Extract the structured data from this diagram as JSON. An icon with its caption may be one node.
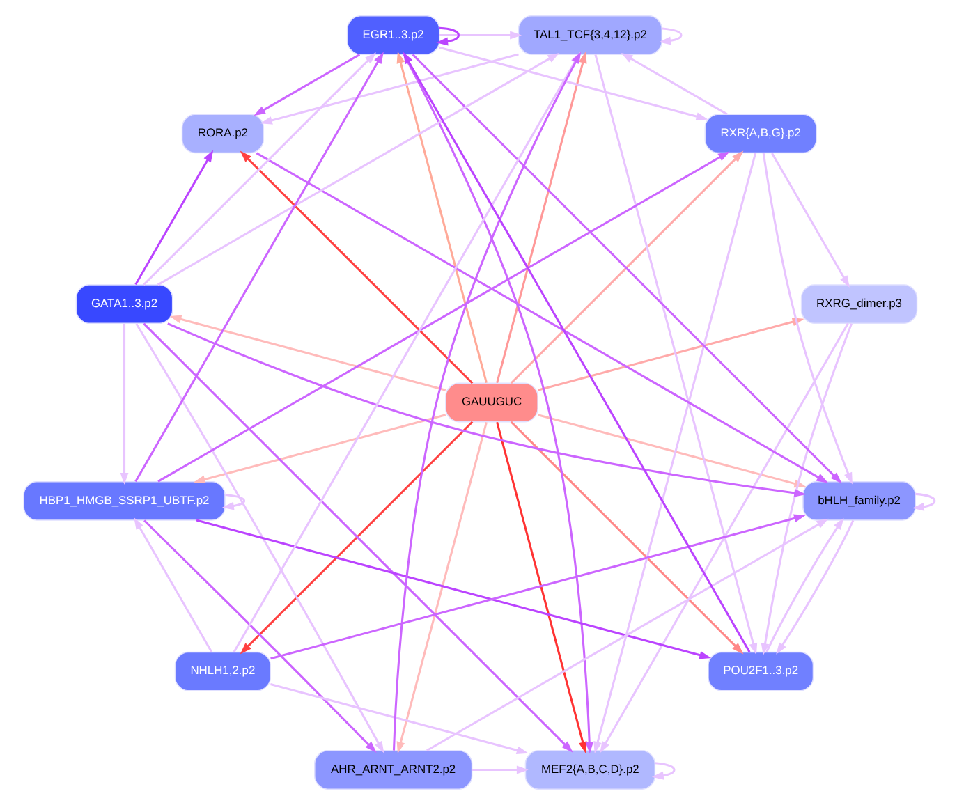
{
  "diagram": {
    "nodes": [
      {
        "text": [
          "GAUUGUC"
        ]
      },
      {
        "text": [
          "RXRG_dimer.p3"
        ]
      },
      {
        "text": [
          "RXR{A,B,G}.p2"
        ]
      },
      {
        "text": [
          "TAL1_TCF{3,4,12}.p2"
        ]
      },
      {
        "text": [
          "EGR1..3.p2"
        ]
      },
      {
        "text": [
          "RORA.p2"
        ]
      },
      {
        "text": [
          "GATA1..3.p2"
        ]
      },
      {
        "text": [
          "HBP1_HMGB_SSRP1_UBTF.p2"
        ]
      },
      {
        "text": [
          "NHLH1,2.p2"
        ]
      },
      {
        "text": [
          "AHR_ARNT_ARNT2.p2"
        ]
      },
      {
        "text": [
          "MEF2{A,B,C,D}.p2"
        ]
      },
      {
        "text": [
          "POU2F1..3.p2"
        ]
      },
      {
        "text": [
          "bHLH_family.p2"
        ]
      }
    ],
    "edges": [
      {
        "from": 0,
        "to": 5,
        "arrow": "to",
        "color": "#ff4040"
      },
      {
        "from": 0,
        "to": 3,
        "arrow": "to",
        "color": "#ff9999"
      },
      {
        "from": 0,
        "to": 1,
        "arrow": "to",
        "color": "#ffaaaa"
      },
      {
        "from": 0,
        "to": 2,
        "arrow": "to",
        "color": "#ffaaaa"
      },
      {
        "from": 0,
        "to": 4,
        "arrow": "to",
        "color": "#ffaa99"
      },
      {
        "from": 0,
        "to": 6,
        "arrow": "to",
        "color": "#ffbbbb"
      },
      {
        "from": 0,
        "to": 7,
        "arrow": "to",
        "color": "#ffbbbb"
      },
      {
        "from": 0,
        "to": 8,
        "arrow": "to",
        "color": "#ff4040"
      },
      {
        "from": 0,
        "to": 9,
        "arrow": "to",
        "color": "#ffbbbb"
      },
      {
        "from": 0,
        "to": 10,
        "arrow": "to",
        "color": "#ff3333"
      },
      {
        "from": 0,
        "to": 11,
        "arrow": "to",
        "color": "#ff8888"
      },
      {
        "from": 0,
        "to": 12,
        "arrow": "to",
        "color": "#ffbbbb"
      },
      {
        "from": 2,
        "to": 1,
        "arrow": "to"
      },
      {
        "from": 2,
        "to": 3,
        "arrow": "to"
      },
      {
        "from": 4,
        "to": 2,
        "arrow": "to"
      },
      {
        "from": 4,
        "to": 4,
        "arrow": "to",
        "color": "#bb44ff"
      },
      {
        "from": 4,
        "to": 3,
        "arrow": "to"
      },
      {
        "from": 3,
        "to": 3,
        "arrow": "to"
      },
      {
        "from": 6,
        "to": 5,
        "arrow": "to",
        "color": "#bb44ff"
      },
      {
        "from": 6,
        "to": 4,
        "arrow": "to"
      },
      {
        "from": 3,
        "to": 5,
        "arrow": "to"
      },
      {
        "from": 4,
        "to": 5,
        "arrow": "to",
        "color": "#cc66ff"
      },
      {
        "from": 7,
        "to": 7,
        "arrow": "to"
      },
      {
        "from": 8,
        "to": 7,
        "arrow": "to"
      },
      {
        "from": 9,
        "to": 10,
        "arrow": "to"
      },
      {
        "from": 9,
        "to": 12,
        "arrow": "to"
      },
      {
        "from": 10,
        "to": 10,
        "arrow": "to"
      },
      {
        "from": 11,
        "to": 12,
        "arrow": "to"
      },
      {
        "from": 12,
        "to": 11,
        "arrow": "to"
      },
      {
        "from": 12,
        "to": 12,
        "arrow": "to"
      },
      {
        "from": 7,
        "to": 9,
        "arrow": "to",
        "color": "#cc66ff"
      },
      {
        "from": 7,
        "to": 11,
        "arrow": "to",
        "color": "#bb44ff"
      },
      {
        "from": 11,
        "to": 4,
        "arrow": "to",
        "color": "#bb44ff"
      },
      {
        "from": 6,
        "to": 10,
        "arrow": "to",
        "color": "#cc66ff"
      },
      {
        "from": 6,
        "to": 12,
        "arrow": "to",
        "color": "#cc66ff"
      },
      {
        "from": 4,
        "to": 10,
        "arrow": "to",
        "color": "#cc66ff"
      },
      {
        "from": 4,
        "to": 12,
        "arrow": "to",
        "color": "#cc66ff"
      },
      {
        "from": 2,
        "to": 10,
        "arrow": "to"
      },
      {
        "from": 2,
        "to": 12,
        "arrow": "to"
      },
      {
        "from": 8,
        "to": 10,
        "arrow": "to"
      },
      {
        "from": 8,
        "to": 12,
        "arrow": "to",
        "color": "#cc66ff"
      },
      {
        "from": 1,
        "to": 10,
        "arrow": "to"
      },
      {
        "from": 6,
        "to": 7,
        "arrow": "to"
      },
      {
        "from": 6,
        "to": 9,
        "arrow": "to"
      },
      {
        "from": 5,
        "to": 12,
        "arrow": "to",
        "color": "#cc66ff"
      },
      {
        "from": 3,
        "to": 11,
        "arrow": "to"
      },
      {
        "from": 9,
        "to": 3,
        "arrow": "to",
        "color": "#cc66ff"
      },
      {
        "from": 7,
        "to": 2,
        "arrow": "to",
        "color": "#cc66ff"
      },
      {
        "from": 7,
        "to": 4,
        "arrow": "to",
        "color": "#cc66ff"
      },
      {
        "from": 6,
        "to": 3,
        "arrow": "to"
      },
      {
        "from": 8,
        "to": 3,
        "arrow": "to"
      },
      {
        "from": 1,
        "to": 11,
        "arrow": "to"
      }
    ]
  }
}
